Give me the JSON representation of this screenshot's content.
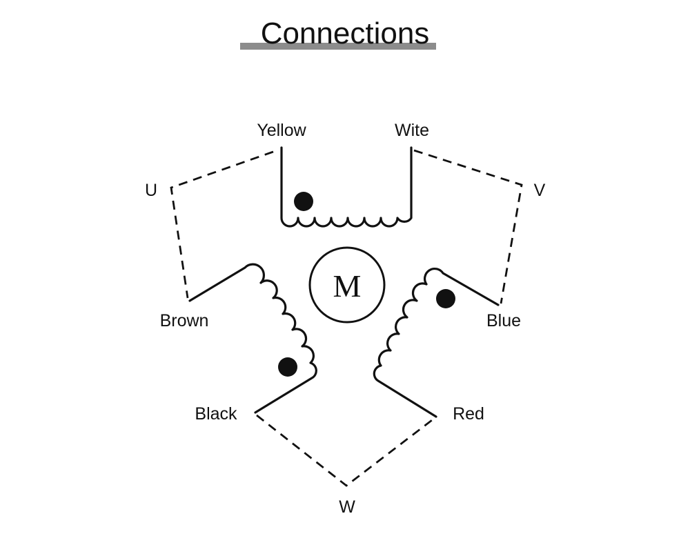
{
  "title": "Connections",
  "motor": {
    "label": "M"
  },
  "wires": {
    "yellow": "Yellow",
    "white": "Wite",
    "brown": "Brown",
    "blue": "Blue",
    "black": "Black",
    "red": "Red"
  },
  "terminals": {
    "u": "U",
    "v": "V",
    "w": "W"
  },
  "colors": {
    "line": "#111111",
    "title_underline": "#8c8c8c"
  }
}
